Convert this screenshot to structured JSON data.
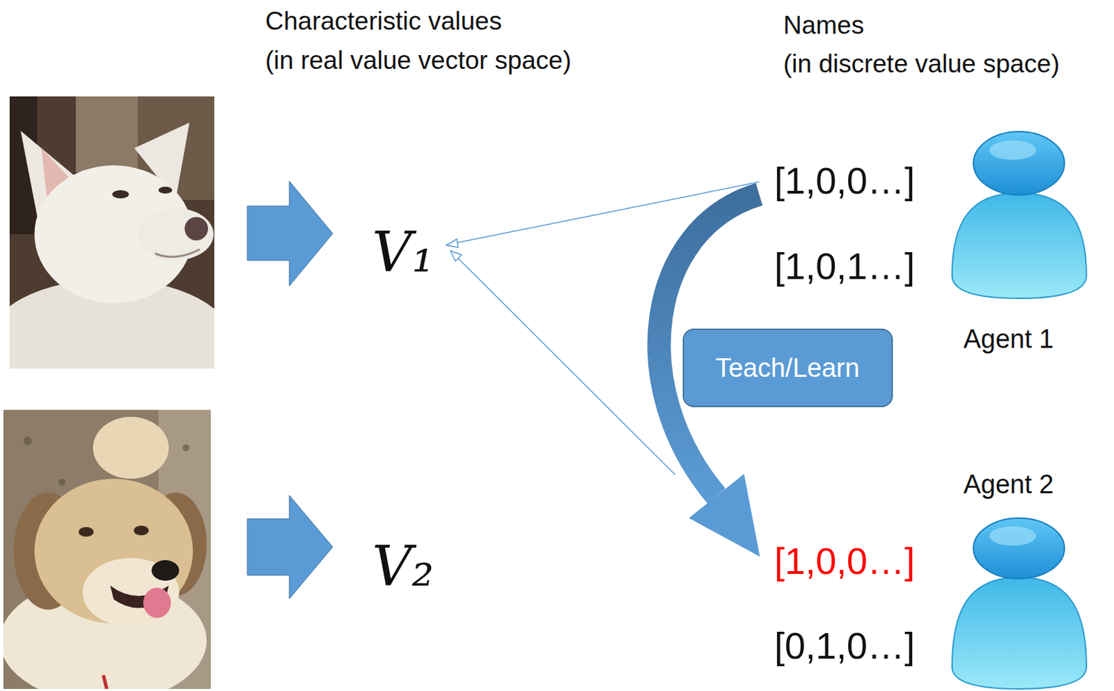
{
  "diagram": {
    "nodes": [
      {
        "text": [
          "Teach/Learn"
        ]
      }
    ],
    "labels": [
      "Characteristic values",
      "(in real value vector space)",
      "Names",
      "(in discrete value space)",
      "V₁",
      "V₂",
      "[1,0,0…]",
      "[1,0,1…]",
      "Agent 1",
      "Agent 2",
      "[1,0,0…]",
      "[0,1,0…]"
    ]
  }
}
